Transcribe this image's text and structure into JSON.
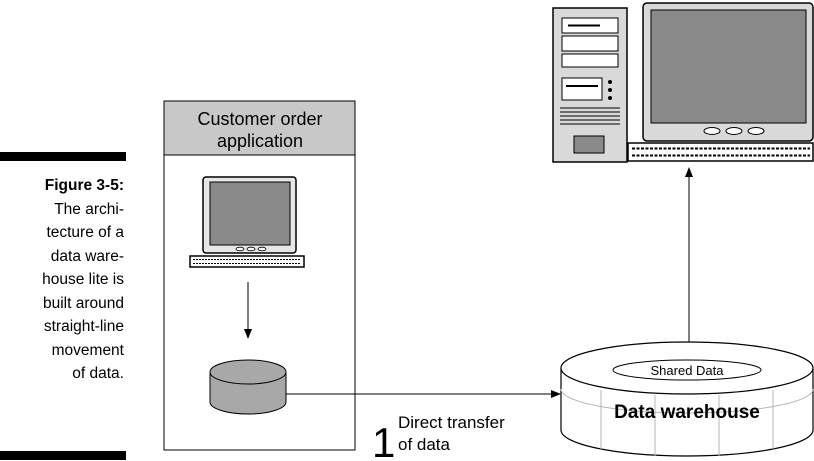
{
  "caption": {
    "figure_label": "Figure 3-5:",
    "lines": [
      "The archi-",
      "tecture of a",
      "data ware-",
      "house lite is",
      "built around",
      "straight-line",
      "movement",
      "of data."
    ]
  },
  "app_box": {
    "title_line1": "Customer order",
    "title_line2": "application"
  },
  "transfer": {
    "step_number": "1",
    "label_line1": "Direct transfer",
    "label_line2": "of data"
  },
  "warehouse": {
    "label": "Data warehouse",
    "shared_label": "Shared Data"
  },
  "colors": {
    "header_fill": "#c8c8c8",
    "screen_fill": "#8a8a8a",
    "cylinder_fill": "#a8a8a8",
    "computer_fill": "#d9d9d9"
  }
}
